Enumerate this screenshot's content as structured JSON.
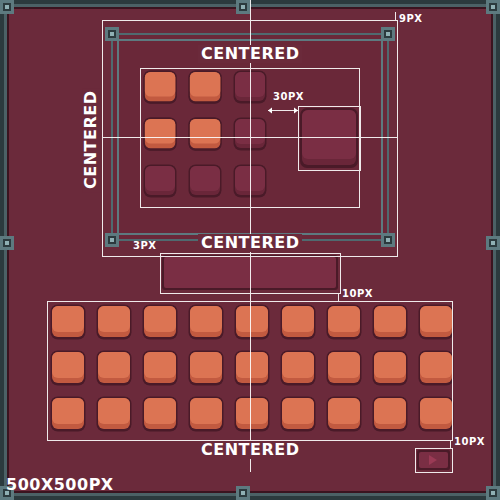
{
  "diagram": {
    "labels": [
      "9PX",
      "CENTERED",
      "CENTERED",
      "30PX",
      "3PX",
      "CENTERED",
      "10PX",
      "CENTERED",
      "10PX",
      "500X500PX"
    ]
  }
}
